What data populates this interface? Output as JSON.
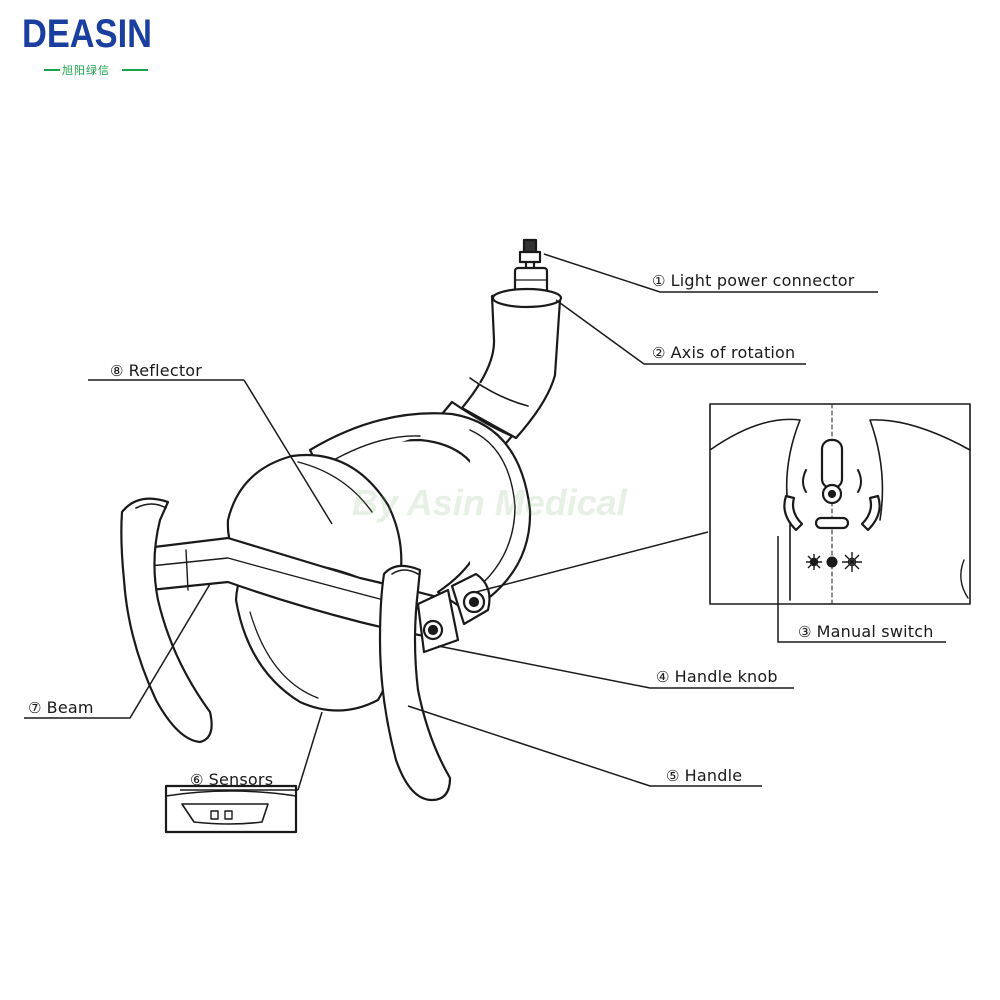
{
  "brand": {
    "name": "DEASIN",
    "subtitle": "旭阳绿信",
    "name_color": "#1a3f9e",
    "accent_color": "#1aa34a"
  },
  "watermark": "By Asin Medical",
  "labels": [
    {
      "id": "light-power-connector",
      "num": "①",
      "text": "Light power connector"
    },
    {
      "id": "axis-of-rotation",
      "num": "②",
      "text": "Axis of rotation"
    },
    {
      "id": "manual-switch",
      "num": "③",
      "text": "Manual switch"
    },
    {
      "id": "handle-knob",
      "num": "④",
      "text": "Handle knob"
    },
    {
      "id": "handle",
      "num": "⑤",
      "text": "Handle"
    },
    {
      "id": "sensors",
      "num": "⑥",
      "text": "Sensors"
    },
    {
      "id": "beam",
      "num": "⑦",
      "text": "Beam"
    },
    {
      "id": "reflector",
      "num": "⑧",
      "text": "Reflector"
    }
  ],
  "switch_icons": [
    "sun-dim-icon",
    "dot-icon",
    "sun-bright-icon"
  ]
}
